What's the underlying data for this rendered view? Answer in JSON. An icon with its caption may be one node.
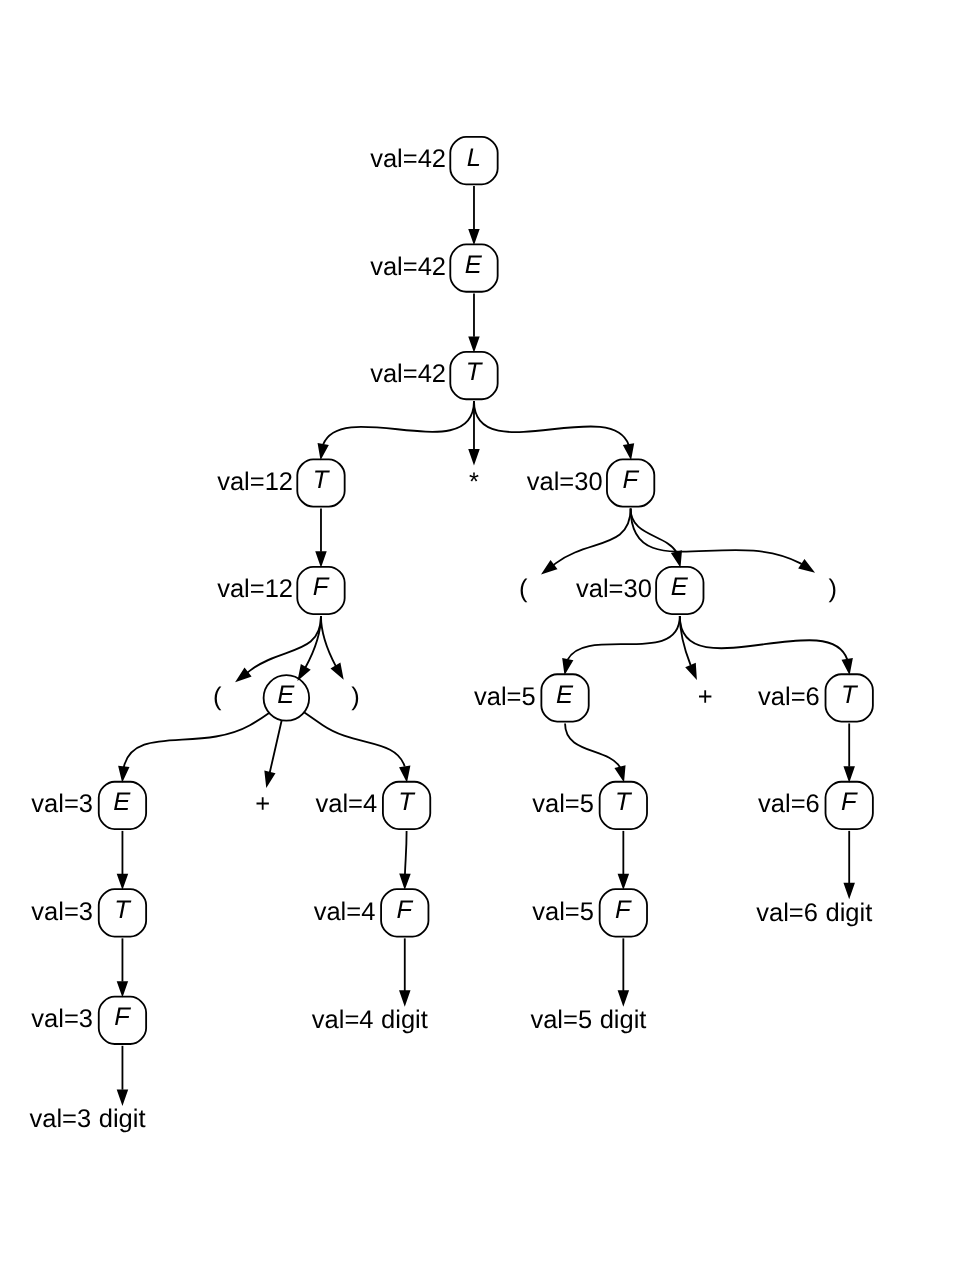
{
  "diagram": {
    "nodes": [
      {
        "text": [
          "L"
        ],
        "beside": [
          "val=42"
        ]
      },
      {
        "text": [
          "E"
        ],
        "beside": [
          "val=42"
        ]
      },
      {
        "text": [
          "T"
        ],
        "beside": [
          "val=42"
        ]
      },
      {
        "text": [
          "T"
        ],
        "beside": [
          "val=12"
        ]
      },
      {
        "text": [
          "F"
        ],
        "beside": [
          "val=12"
        ]
      },
      {
        "text": [
          "("
        ]
      },
      {
        "text": [
          "E"
        ]
      },
      {
        "text": [
          "E"
        ],
        "beside": [
          "val=3"
        ]
      },
      {
        "text": [
          "T"
        ],
        "beside": [
          "val=3"
        ]
      },
      {
        "text": [
          "F"
        ],
        "beside": [
          "val=3"
        ]
      },
      {
        "text": [
          "digit"
        ],
        "beside": [
          "val=3"
        ]
      },
      {
        "text": [
          "+"
        ]
      },
      {
        "text": [
          "T"
        ],
        "beside": [
          "val=4"
        ]
      },
      {
        "text": [
          "F"
        ],
        "beside": [
          "val=4"
        ]
      },
      {
        "text": [
          "digit"
        ],
        "beside": [
          "val=4"
        ]
      },
      {
        "text": [
          ")"
        ]
      },
      {
        "text": [
          "*"
        ]
      },
      {
        "text": [
          "F"
        ],
        "beside": [
          "val=30"
        ]
      },
      {
        "text": [
          "("
        ]
      },
      {
        "text": [
          "E"
        ],
        "beside": [
          "val=30"
        ]
      },
      {
        "text": [
          "E"
        ],
        "beside": [
          "val=5"
        ]
      },
      {
        "text": [
          "T"
        ],
        "beside": [
          "val=5"
        ]
      },
      {
        "text": [
          "F"
        ],
        "beside": [
          "val=5"
        ]
      },
      {
        "text": [
          "digit"
        ],
        "beside": [
          "val=5"
        ]
      },
      {
        "text": [
          "+"
        ]
      },
      {
        "text": [
          "T"
        ],
        "beside": [
          "val=6"
        ]
      },
      {
        "text": [
          "F"
        ],
        "beside": [
          "val=6"
        ]
      },
      {
        "text": [
          "digit"
        ],
        "beside": [
          "val=6"
        ]
      },
      {
        "text": [
          ")"
        ]
      }
    ],
    "edges": [
      {
        "from": 0,
        "to": 1,
        "arrow": "to"
      },
      {
        "from": 1,
        "to": 2,
        "arrow": "to"
      },
      {
        "from": 2,
        "to": 3,
        "arrow": "to"
      },
      {
        "from": 2,
        "to": 16,
        "arrow": "to"
      },
      {
        "from": 2,
        "to": 17,
        "arrow": "to"
      },
      {
        "from": 3,
        "to": 4,
        "arrow": "to"
      },
      {
        "from": 4,
        "to": 5,
        "arrow": "to"
      },
      {
        "from": 4,
        "to": 6,
        "arrow": "to"
      },
      {
        "from": 4,
        "to": 15,
        "arrow": "to"
      },
      {
        "from": 6,
        "to": 7,
        "arrow": "to"
      },
      {
        "from": 6,
        "to": 11,
        "arrow": "to"
      },
      {
        "from": 6,
        "to": 12,
        "arrow": "to"
      },
      {
        "from": 7,
        "to": 8,
        "arrow": "to"
      },
      {
        "from": 8,
        "to": 9,
        "arrow": "to"
      },
      {
        "from": 9,
        "to": 10,
        "arrow": "to"
      },
      {
        "from": 12,
        "to": 13,
        "arrow": "to"
      },
      {
        "from": 13,
        "to": 14,
        "arrow": "to"
      },
      {
        "from": 17,
        "to": 18,
        "arrow": "to"
      },
      {
        "from": 17,
        "to": 19,
        "arrow": "to"
      },
      {
        "from": 17,
        "to": 28,
        "arrow": "to"
      },
      {
        "from": 19,
        "to": 20,
        "arrow": "to"
      },
      {
        "from": 19,
        "to": 24,
        "arrow": "to"
      },
      {
        "from": 19,
        "to": 25,
        "arrow": "to"
      },
      {
        "from": 20,
        "to": 21,
        "arrow": "to"
      },
      {
        "from": 21,
        "to": 22,
        "arrow": "to"
      },
      {
        "from": 22,
        "to": 23,
        "arrow": "to"
      },
      {
        "from": 25,
        "to": 26,
        "arrow": "to"
      },
      {
        "from": 26,
        "to": 27,
        "arrow": "to"
      }
    ]
  }
}
